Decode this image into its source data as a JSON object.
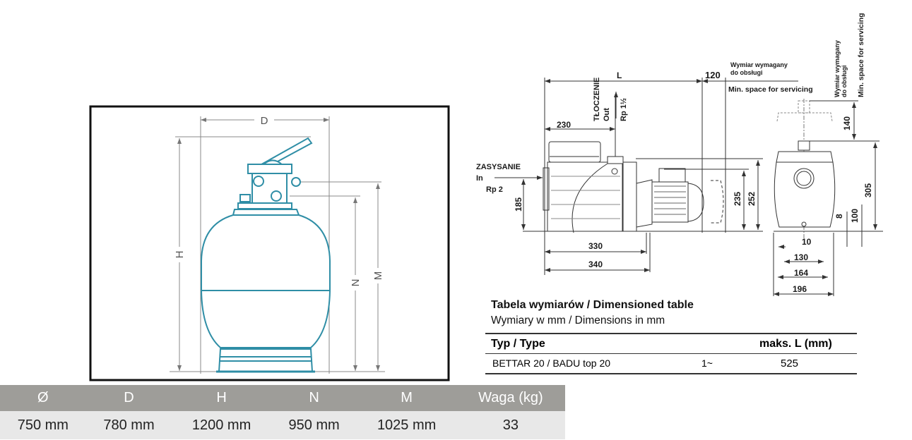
{
  "filter": {
    "labels": {
      "D": "D",
      "H": "H",
      "N": "N",
      "M": "M"
    },
    "colors": {
      "outline": "#2f8ea6",
      "dimension": "#666666",
      "frame": "#111111"
    }
  },
  "filter_specs": {
    "headers": [
      "Ø",
      "D",
      "H",
      "N",
      "M",
      "Waga (kg)"
    ],
    "values": [
      "750 mm",
      "780 mm",
      "1200 mm",
      "950 mm",
      "1025 mm",
      "33"
    ]
  },
  "pump": {
    "L": "L",
    "service_length": "120",
    "service_note_pl": "Wymiar wymagany",
    "service_note_pl2": "do obsługi",
    "service_note_en": "Min. space for servicing",
    "outlet_pl": "TŁOCZENIE",
    "outlet_en": "Out",
    "outlet_thread": "Rp 1½",
    "inlet_pl": "ZASYSANIE",
    "inlet_en": "In",
    "inlet_thread": "Rp 2",
    "dims": {
      "d230": "230",
      "d185": "185",
      "d235": "235",
      "d252": "252",
      "d330": "330",
      "d340": "340",
      "d140": "140",
      "d305": "305",
      "d8": "8",
      "d100": "100",
      "d10": "10",
      "d130": "130",
      "d164": "164",
      "d196": "196"
    }
  },
  "dimension_table": {
    "title": "Tabela wymiarów / Dimensioned table",
    "subtitle": "Wymiary w mm / Dimensions in mm",
    "col_type": "Typ / Type",
    "col_L": "maks. L (mm)",
    "rows": [
      {
        "type": "BETTAR 20 / BADU top 20",
        "phase": "1~",
        "L": "525"
      }
    ]
  }
}
